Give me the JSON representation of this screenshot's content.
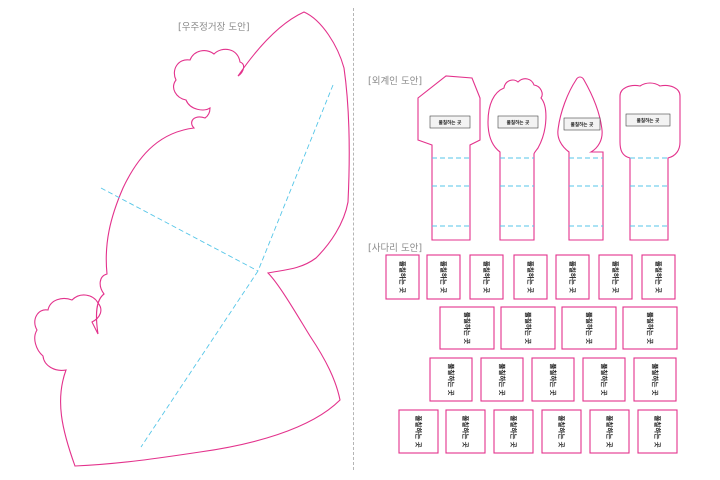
{
  "labels": {
    "station": "[우주정거장 도안]",
    "alien": "[외계인 도안]",
    "ladder": "[사다리 도안]"
  },
  "alien": {
    "glue_label": "풀칠하는 곳"
  },
  "ladder": {
    "rung_label": "풀칠하는 곳",
    "rows": [
      7,
      4,
      5,
      6
    ]
  },
  "colors": {
    "cut_line": "#e3328c",
    "fold_line": "#56c6e8",
    "label_text": "#8a8a8a"
  }
}
